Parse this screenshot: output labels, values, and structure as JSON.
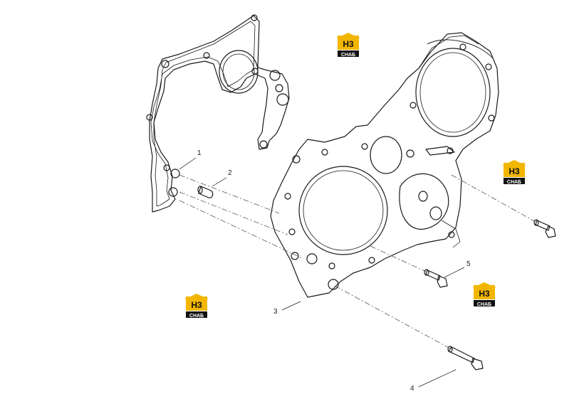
{
  "callouts": [
    {
      "id": "1",
      "label": "1"
    },
    {
      "id": "2",
      "label": "2"
    },
    {
      "id": "3",
      "label": "3"
    },
    {
      "id": "4",
      "label": "4"
    },
    {
      "id": "5",
      "label": "5"
    }
  ],
  "logo": {
    "top_text": "H3",
    "bottom_text": "CHAБ",
    "accent": "#f2b600",
    "dark": "#111111"
  },
  "colors": {
    "line": "#1a1a1a",
    "dash": "#555555"
  }
}
